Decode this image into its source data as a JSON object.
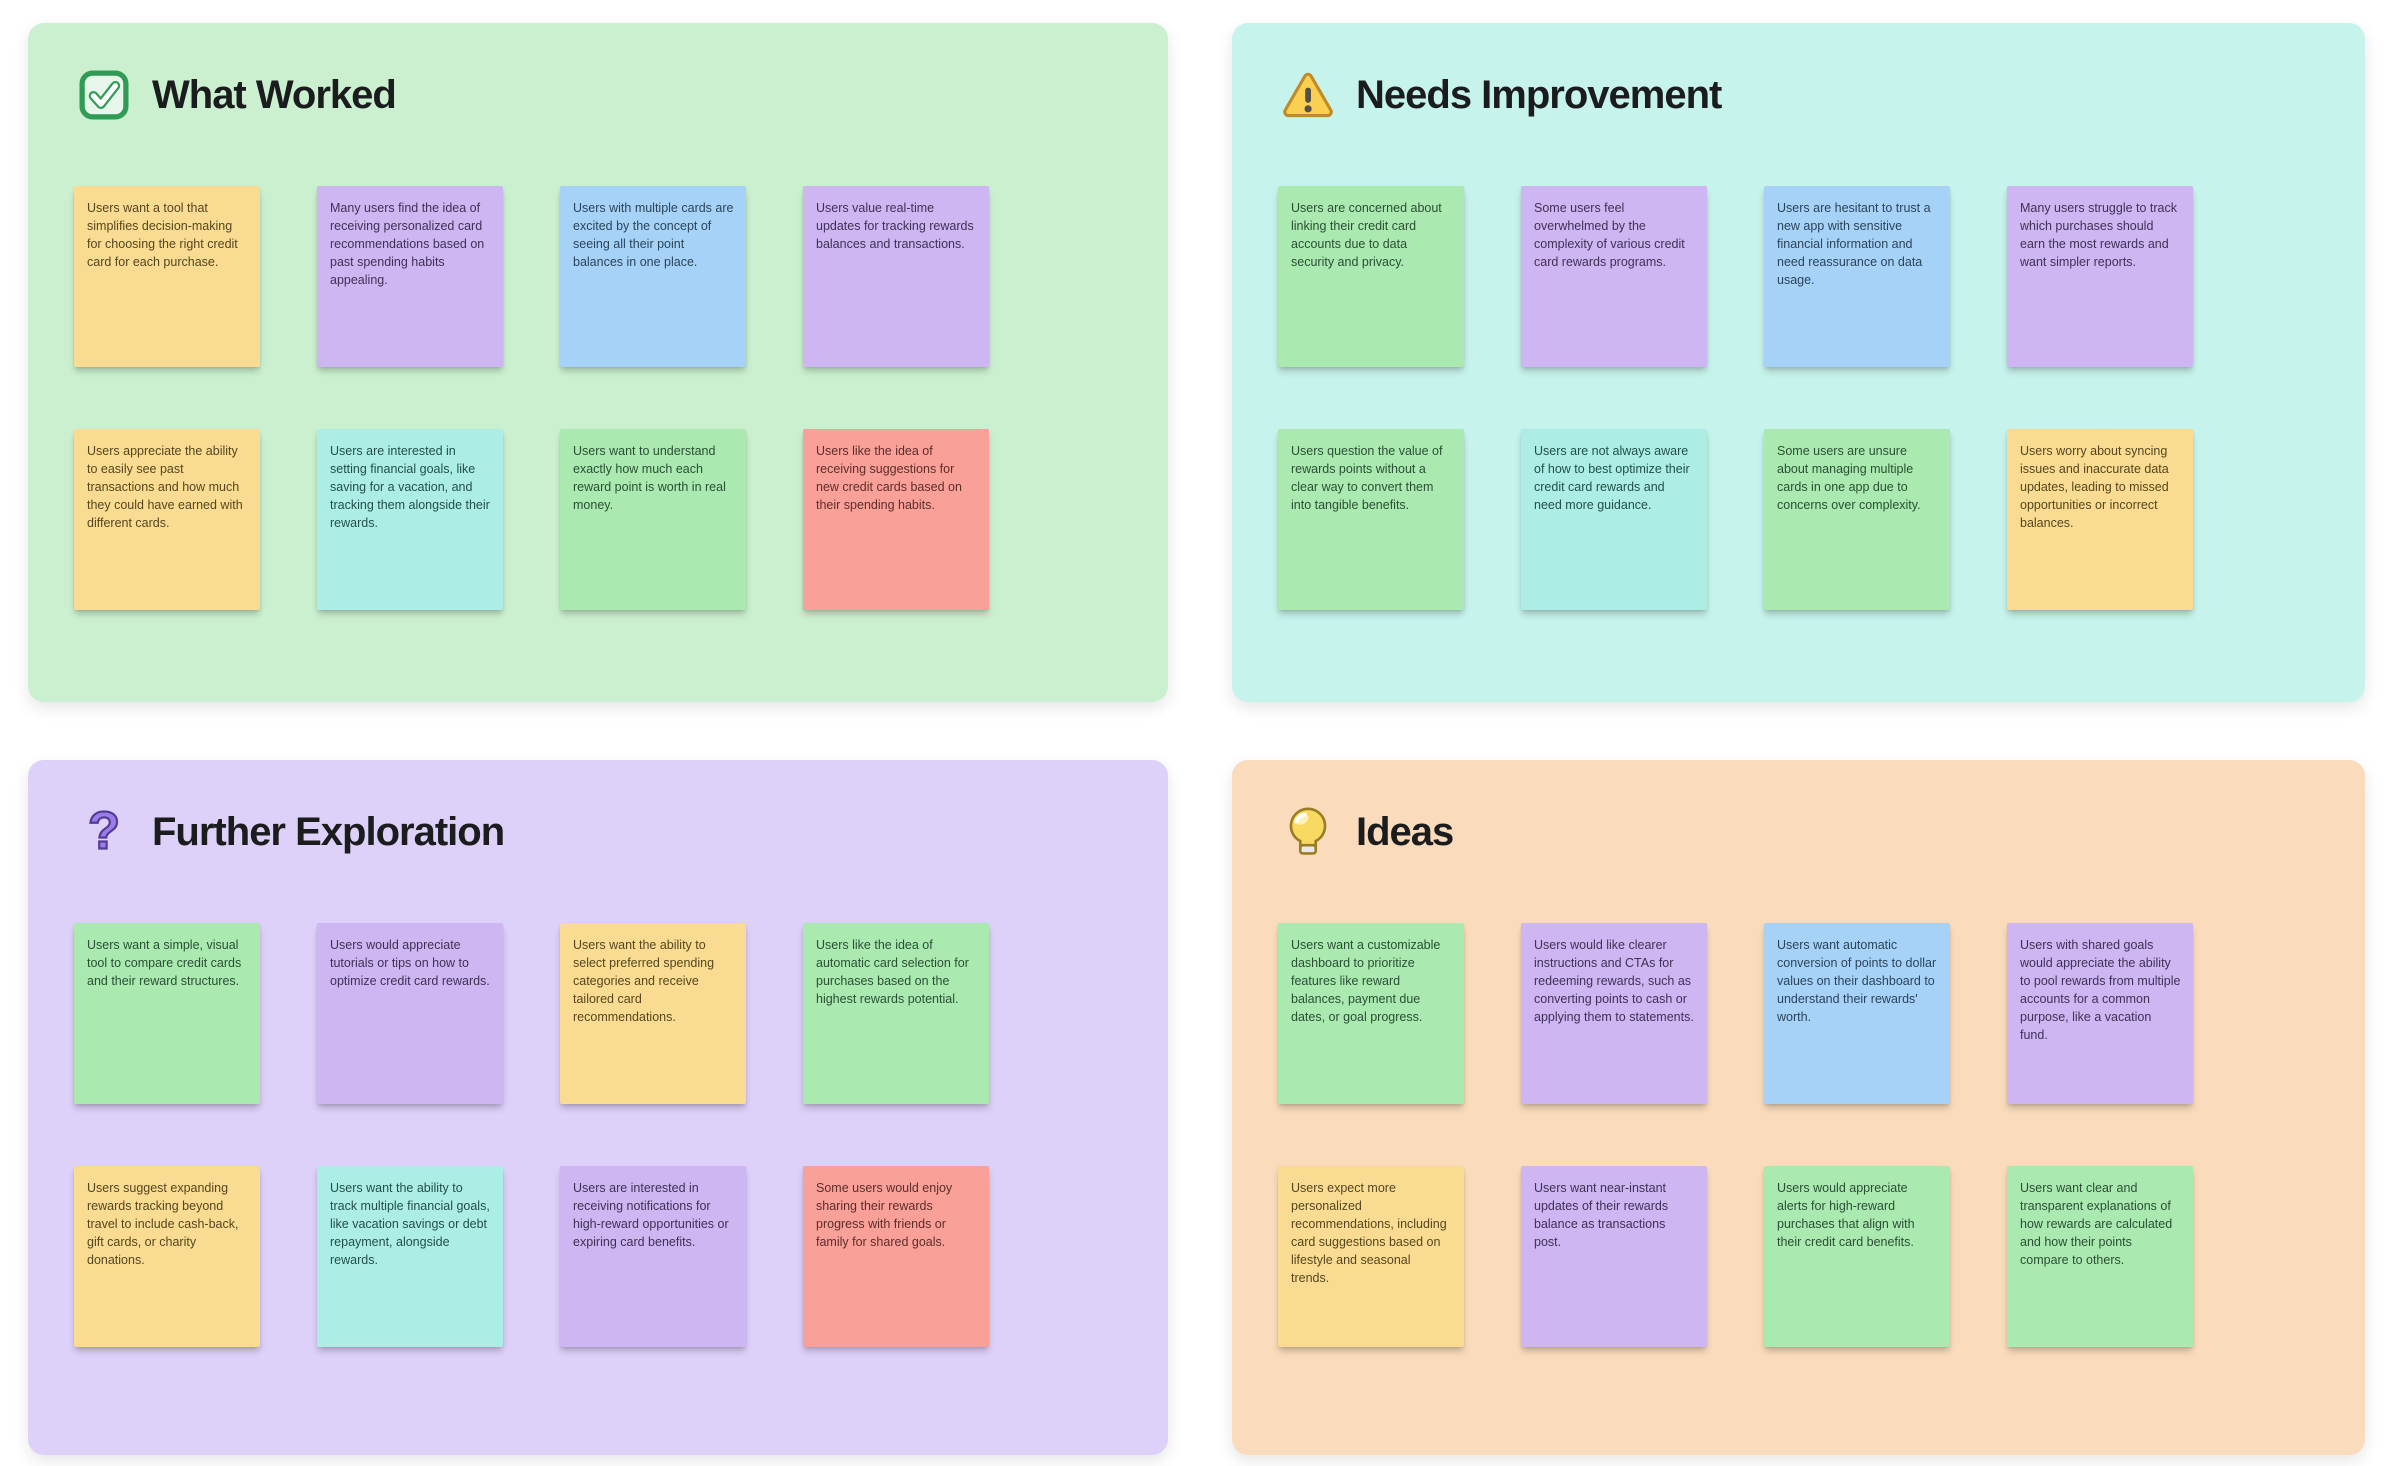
{
  "page": {
    "background": "#ffffff"
  },
  "note_colors": {
    "yellow": {
      "bg": "#f9dc92",
      "text": "#55461f"
    },
    "purple": {
      "bg": "#cdb6f1",
      "text": "#3f3156"
    },
    "blue": {
      "bg": "#a7d2f8",
      "text": "#2b4459"
    },
    "teal": {
      "bg": "#aceee5",
      "text": "#235048"
    },
    "green": {
      "bg": "#aae9b0",
      "text": "#2b4f35"
    },
    "salmon": {
      "bg": "#f9a099",
      "text": "#5c2e29"
    }
  },
  "board": {
    "quadrants": [
      {
        "id": "what-worked",
        "title": "What Worked",
        "icon": "check-icon",
        "background": "#cbf0cf",
        "notes": [
          {
            "color": "yellow",
            "text": "Users want a tool that simplifies decision-making for choosing the right credit card for each purchase."
          },
          {
            "color": "purple",
            "text": "Many users find the idea of receiving personalized card recommendations based on past spending habits appealing."
          },
          {
            "color": "blue",
            "text": "Users with multiple cards are excited by the concept of seeing all their point balances in one place."
          },
          {
            "color": "purple",
            "text": "Users value real-time updates for tracking rewards balances and transactions."
          },
          {
            "color": "yellow",
            "text": "Users appreciate the ability to easily see past transactions and how much they could have earned with different cards."
          },
          {
            "color": "teal",
            "text": "Users are interested in setting financial goals, like saving for a vacation, and tracking them alongside their rewards."
          },
          {
            "color": "green",
            "text": "Users want to understand exactly how much each reward point is worth in real money."
          },
          {
            "color": "salmon",
            "text": "Users like the idea of receiving suggestions for new credit cards based on their spending habits."
          }
        ]
      },
      {
        "id": "needs-improvement",
        "title": "Needs Improvement",
        "icon": "warning-icon",
        "background": "#c6f3eb",
        "notes": [
          {
            "color": "green",
            "text": "Users are concerned about linking their credit card accounts due to data security and privacy."
          },
          {
            "color": "purple",
            "text": "Some users feel overwhelmed by the complexity of various credit card rewards programs."
          },
          {
            "color": "blue",
            "text": "Users are hesitant to trust a new app with sensitive financial information and need reassurance on data usage."
          },
          {
            "color": "purple",
            "text": "Many users struggle to track which purchases should earn the most rewards and want simpler reports."
          },
          {
            "color": "green",
            "text": "Users question the value of rewards points without a clear way to convert them into tangible benefits."
          },
          {
            "color": "teal",
            "text": "Users are not always aware of how to best optimize their credit card rewards and need more guidance."
          },
          {
            "color": "green",
            "text": "Some users are unsure about managing multiple cards in one app due to concerns over complexity."
          },
          {
            "color": "yellow",
            "text": "Users worry about syncing issues and inaccurate data updates, leading to missed opportunities or incorrect balances."
          }
        ]
      },
      {
        "id": "further-exploration",
        "title": "Further Exploration",
        "icon": "question-icon",
        "background": "#ddd0f9",
        "notes": [
          {
            "color": "green",
            "text": "Users want a simple, visual tool to compare credit cards and their reward structures."
          },
          {
            "color": "purple",
            "text": "Users would appreciate tutorials or tips on how to optimize credit card rewards."
          },
          {
            "color": "yellow",
            "text": "Users want the ability to select preferred spending categories and receive tailored card recommendations."
          },
          {
            "color": "green",
            "text": "Users like the idea of automatic card selection for purchases based on the highest rewards potential."
          },
          {
            "color": "yellow",
            "text": "Users suggest expanding rewards tracking beyond travel to include cash-back, gift cards, or charity donations."
          },
          {
            "color": "teal",
            "text": "Users want the ability to track multiple financial goals, like vacation savings or debt repayment, alongside rewards."
          },
          {
            "color": "purple",
            "text": "Users are interested in receiving notifications for high-reward opportunities or expiring card benefits."
          },
          {
            "color": "salmon",
            "text": "Some users would enjoy sharing their rewards progress with friends or family for shared goals."
          }
        ]
      },
      {
        "id": "ideas",
        "title": "Ideas",
        "icon": "lightbulb-icon",
        "background": "#fadcbc",
        "notes": [
          {
            "color": "green",
            "text": "Users want a customizable dashboard to prioritize features like reward balances, payment due dates, or goal progress."
          },
          {
            "color": "purple",
            "text": "Users would like clearer instructions and CTAs for redeeming rewards, such as converting points to cash or applying them to statements."
          },
          {
            "color": "blue",
            "text": "Users want automatic conversion of points to dollar values on their dashboard to understand their rewards' worth."
          },
          {
            "color": "purple",
            "text": "Users with shared goals would appreciate the ability to pool rewards from multiple accounts for a common purpose, like a vacation fund."
          },
          {
            "color": "yellow",
            "text": "Users expect more personalized recommendations, including card suggestions based on lifestyle and seasonal trends."
          },
          {
            "color": "purple",
            "text": "Users want near-instant updates of their rewards balance as transactions post."
          },
          {
            "color": "green",
            "text": "Users would appreciate alerts for high-reward purchases that align with their credit card benefits."
          },
          {
            "color": "green",
            "text": "Users want clear and transparent explanations of how rewards are calculated and how their points compare to others."
          }
        ]
      }
    ]
  }
}
